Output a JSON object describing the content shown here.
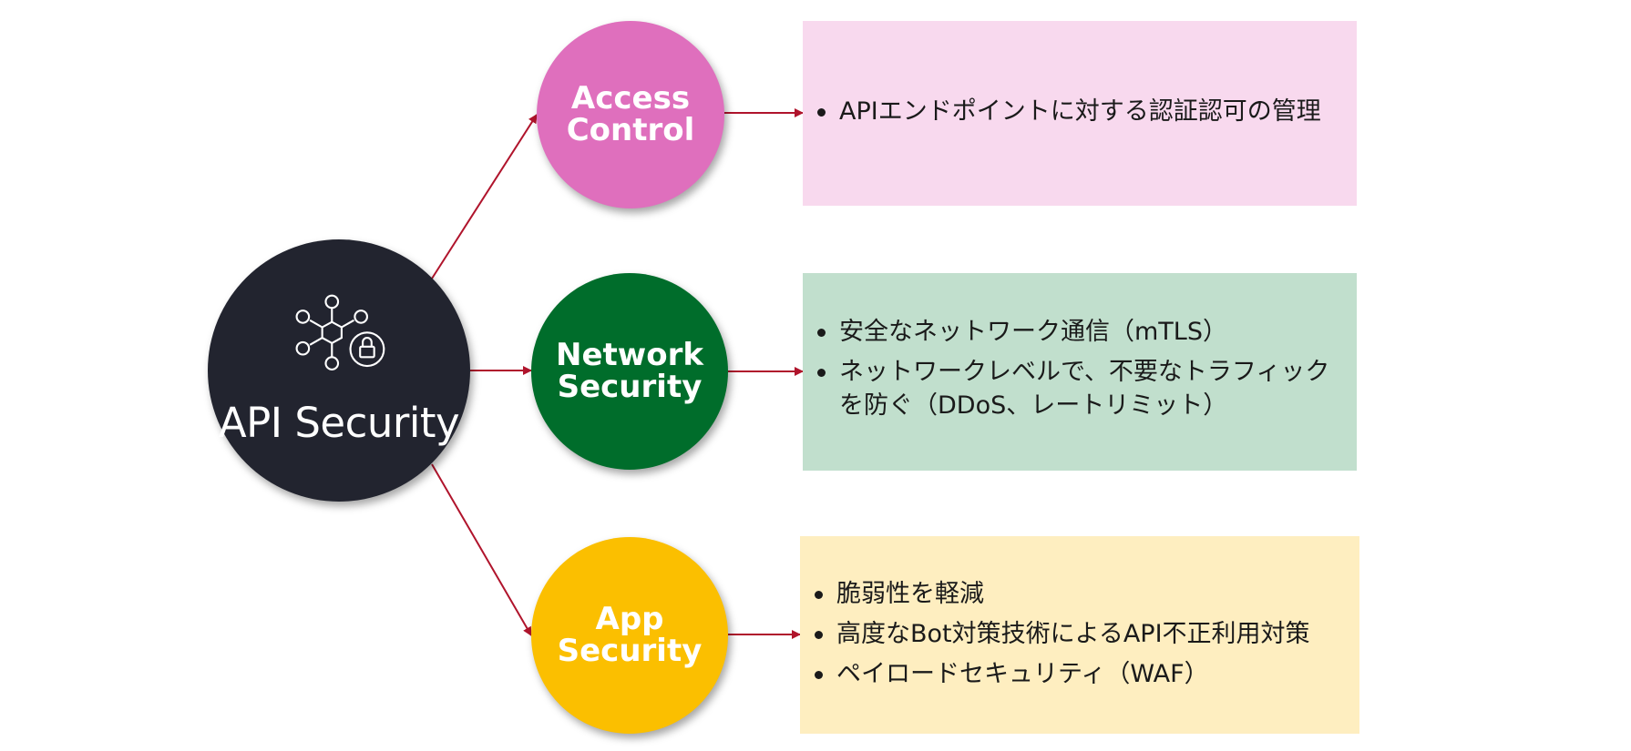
{
  "hub": {
    "label": "API Security",
    "icon": "api-lock-network-icon"
  },
  "colors": {
    "hub": "#22242f",
    "arrow": "#b0142c",
    "access": "#df6fbd",
    "network": "#006d2b",
    "app": "#fbbf00",
    "panel_access": "#f8d9ee",
    "panel_network": "#c1dfcd",
    "panel_app": "#feeec0"
  },
  "nodes": [
    {
      "id": "access",
      "label_lines": [
        "Access",
        "Control"
      ],
      "bullets": [
        "APIエンドポイントに対する認証認可の管理"
      ]
    },
    {
      "id": "network",
      "label_lines": [
        "Network",
        "Security"
      ],
      "bullets": [
        "安全なネットワーク通信（mTLS）",
        "ネットワークレベルで、不要なトラフィックを防ぐ（DDoS、レートリミット）"
      ]
    },
    {
      "id": "app",
      "label_lines": [
        "App",
        "Security"
      ],
      "bullets": [
        "脆弱性を軽減",
        "高度なBot対策技術によるAPI不正利用対策",
        "ペイロードセキュリティ（WAF）"
      ]
    }
  ]
}
